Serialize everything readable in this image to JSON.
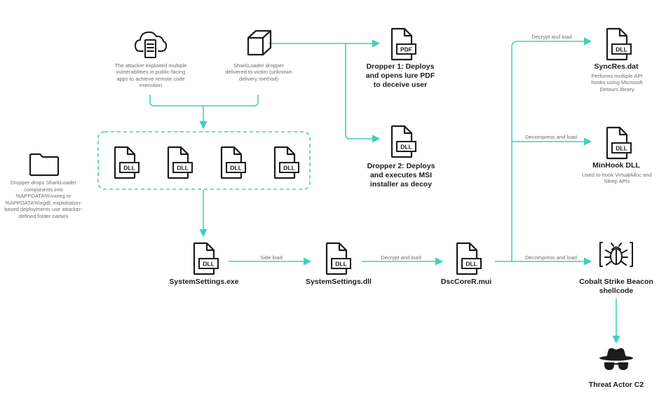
{
  "colors": {
    "accent": "#3fd1b8",
    "ink": "#1c1c1c",
    "muted": "#6e6e6e"
  },
  "nodes": {
    "cloud": {
      "icon": "cloud-server-icon",
      "caption": "The attacker exploited multiple vulnerabilities in public-facing apps to achieve remote code execution"
    },
    "dropper": {
      "icon": "cube-icon",
      "caption": "SharkLoader dropper delivered to victim (unknown delivery method)"
    },
    "folder": {
      "icon": "folder-icon",
      "caption": "Dropper drops SharkLoader components into %APPDATA%\\xwreg or %APPDATA%\\xgdf; exploitation-based deployments use attacker-defined folder names"
    },
    "pdf": {
      "icon": "pdf-file-icon",
      "tag": "PDF",
      "title": "Dropper 1: Deploys and opens lure PDF to deceive user"
    },
    "msi": {
      "icon": "dll-file-icon",
      "tag": "DLL",
      "title": "Dropper 2: Deploys and executes MSI installer as decoy"
    },
    "components": {
      "tag": "DLL"
    },
    "exe": {
      "icon": "dll-file-icon",
      "tag": "DLL",
      "title": "SystemSettings.exe"
    },
    "dll": {
      "icon": "dll-file-icon",
      "tag": "DLL",
      "title": "SystemSettings.dll"
    },
    "mui": {
      "icon": "dll-file-icon",
      "tag": "DLL",
      "title": "DscCoreR.mui"
    },
    "syncres": {
      "icon": "dll-file-icon",
      "tag": "DLL",
      "title": "SyncRes.dat",
      "caption": "Performs multiple API hooks using Microsoft Detours library"
    },
    "minhook": {
      "icon": "dll-file-icon",
      "tag": "DLL",
      "title": "MinHook DLL",
      "caption": "Used to hook VirtualAlloc and Sleep APIs"
    },
    "cobalt": {
      "icon": "bug-icon",
      "title": "Cobalt Strike Beacon shellcode"
    },
    "c2": {
      "icon": "spy-icon",
      "title": "Threat Actor C2"
    }
  },
  "edges": {
    "side_load": "Side load",
    "decrypt_load_1": "Decrypt and load",
    "decrypt_load_2": "Decrypt and load",
    "decompress_load_1": "Decompress and load",
    "decompress_load_2": "Decompress and load"
  }
}
